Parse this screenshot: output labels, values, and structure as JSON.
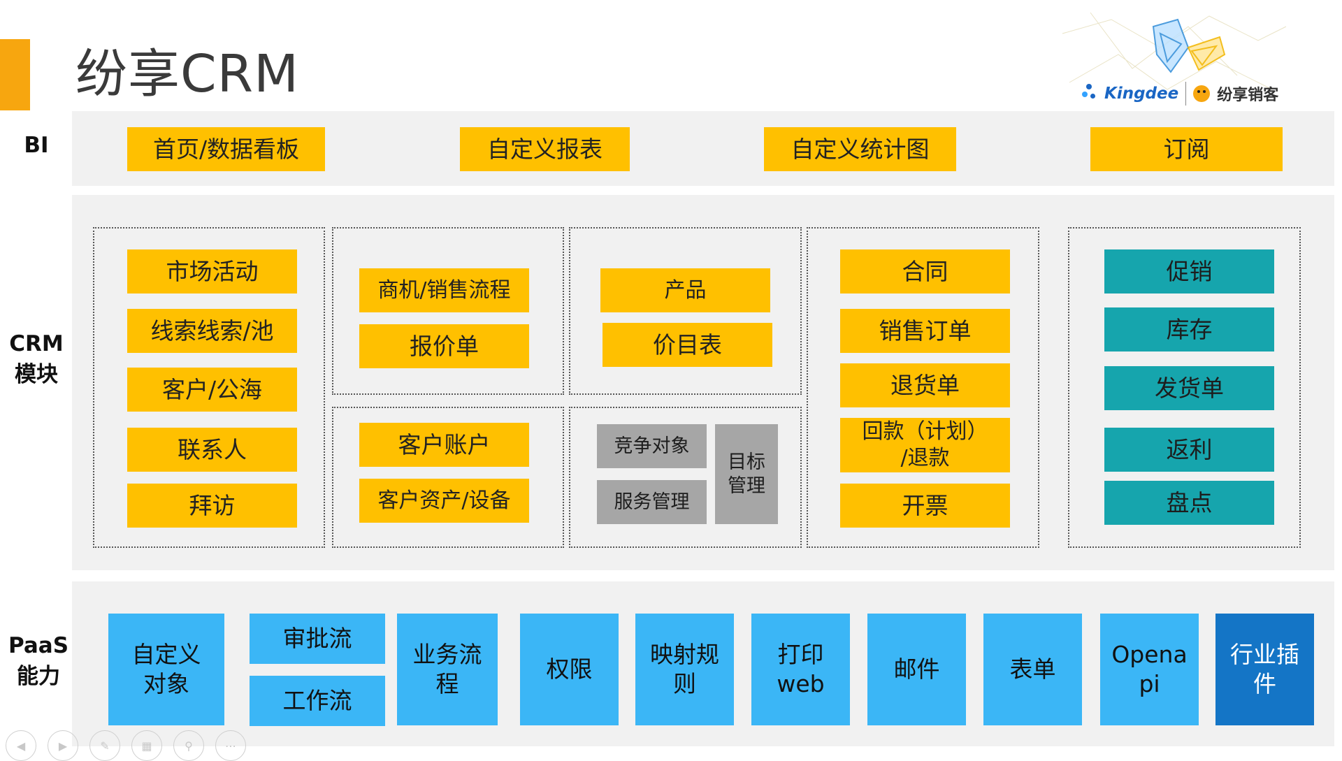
{
  "slide": {
    "title": "纷享CRM",
    "logo": {
      "brand": "Kingdee",
      "partner": "纷享销客"
    }
  },
  "rows": {
    "bi": "BI",
    "crm": "CRM\n模块",
    "paas": "PaaS\n能力"
  },
  "bi": {
    "items": [
      "首页/数据看板",
      "自定义报表",
      "自定义统计图",
      "订阅"
    ]
  },
  "crm": {
    "group1": [
      "市场活动",
      "线索线索/池",
      "客户/公海",
      "联系人",
      "拜访"
    ],
    "group2": [
      "商机/销售流程",
      "报价单"
    ],
    "group3": [
      "产品",
      "价目表"
    ],
    "group4": [
      "客户账户",
      "客户资产/设备"
    ],
    "group5": {
      "left": [
        "竞争对象",
        "服务管理"
      ],
      "right": "目标\n管理"
    },
    "group6": [
      "合同",
      "销售订单",
      "退货单",
      "回款（计划）\n/退款",
      "开票"
    ],
    "group7": [
      "促销",
      "库存",
      "发货单",
      "返利",
      "盘点"
    ]
  },
  "paas": {
    "items": [
      "自定义\n对象",
      "审批流",
      "工作流",
      "业务流\n程",
      "权限",
      "映射规\n则",
      "打印\nweb",
      "邮件",
      "表单",
      "Opena\npi",
      "行业插\n件"
    ]
  },
  "nav": [
    "prev-icon",
    "next-icon",
    "pen-icon",
    "grid-icon",
    "zoom-icon",
    "more-icon"
  ],
  "colors": {
    "accent": "#f7a60f",
    "yellow": "#ffc000",
    "teal": "#16a5ad",
    "gray": "#a6a6a6",
    "blue": "#3bb6f6",
    "dark_blue": "#1475c6"
  }
}
